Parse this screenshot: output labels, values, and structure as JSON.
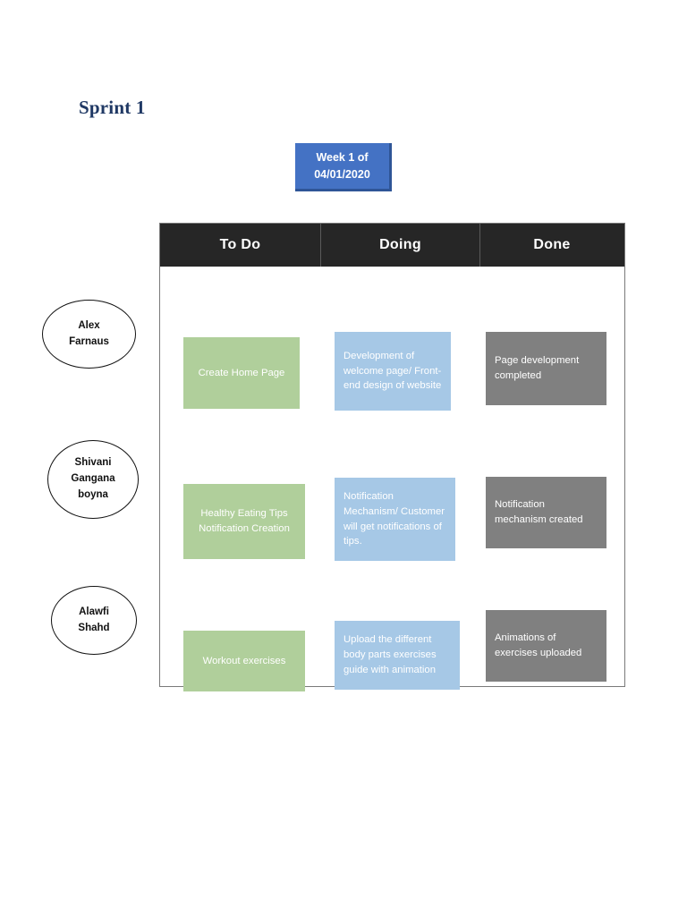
{
  "title": "Sprint 1",
  "week_badge": {
    "line1": "Week 1 of",
    "line2": "04/01/2020"
  },
  "board": {
    "columns": [
      {
        "label": "To Do"
      },
      {
        "label": "Doing"
      },
      {
        "label": "Done"
      }
    ],
    "rows": [
      {
        "person": {
          "lines": [
            "Alex",
            "Farnaus"
          ]
        },
        "todo": {
          "text": "Create Home Page",
          "color": "#B0CF9B"
        },
        "doing": {
          "text": "Development of welcome page/ Front-end design of website",
          "color": "#A6C8E6"
        },
        "done": {
          "text": "Page development completed",
          "color": "#808080"
        }
      },
      {
        "person": {
          "lines": [
            "Shivani",
            "Gangana",
            "boyna"
          ]
        },
        "todo": {
          "text": "Healthy Eating Tips Notification Creation",
          "color": "#B0CF9B"
        },
        "doing": {
          "text": "Notification Mechanism/ Customer will get notifications of tips.",
          "color": "#A6C8E6"
        },
        "done": {
          "text": "Notification mechanism created",
          "color": "#808080"
        }
      },
      {
        "person": {
          "lines": [
            "Alawfi",
            "Shahd"
          ]
        },
        "todo": {
          "text": "Workout exercises",
          "color": "#B0CF9B"
        },
        "doing": {
          "text": "Upload the different body parts exercises guide with animation",
          "color": "#A6C8E6"
        },
        "done": {
          "text": "Animations of exercises uploaded",
          "color": "#808080"
        }
      }
    ]
  },
  "colors": {
    "title": "#1F3864",
    "badge_fill": "#4472C4",
    "badge_shadow": "#2F5597",
    "header_bar": "#262626",
    "todo_card": "#B0CF9B",
    "doing_card": "#A6C8E6",
    "done_card": "#808080",
    "board_border": "#7A7A7A"
  }
}
